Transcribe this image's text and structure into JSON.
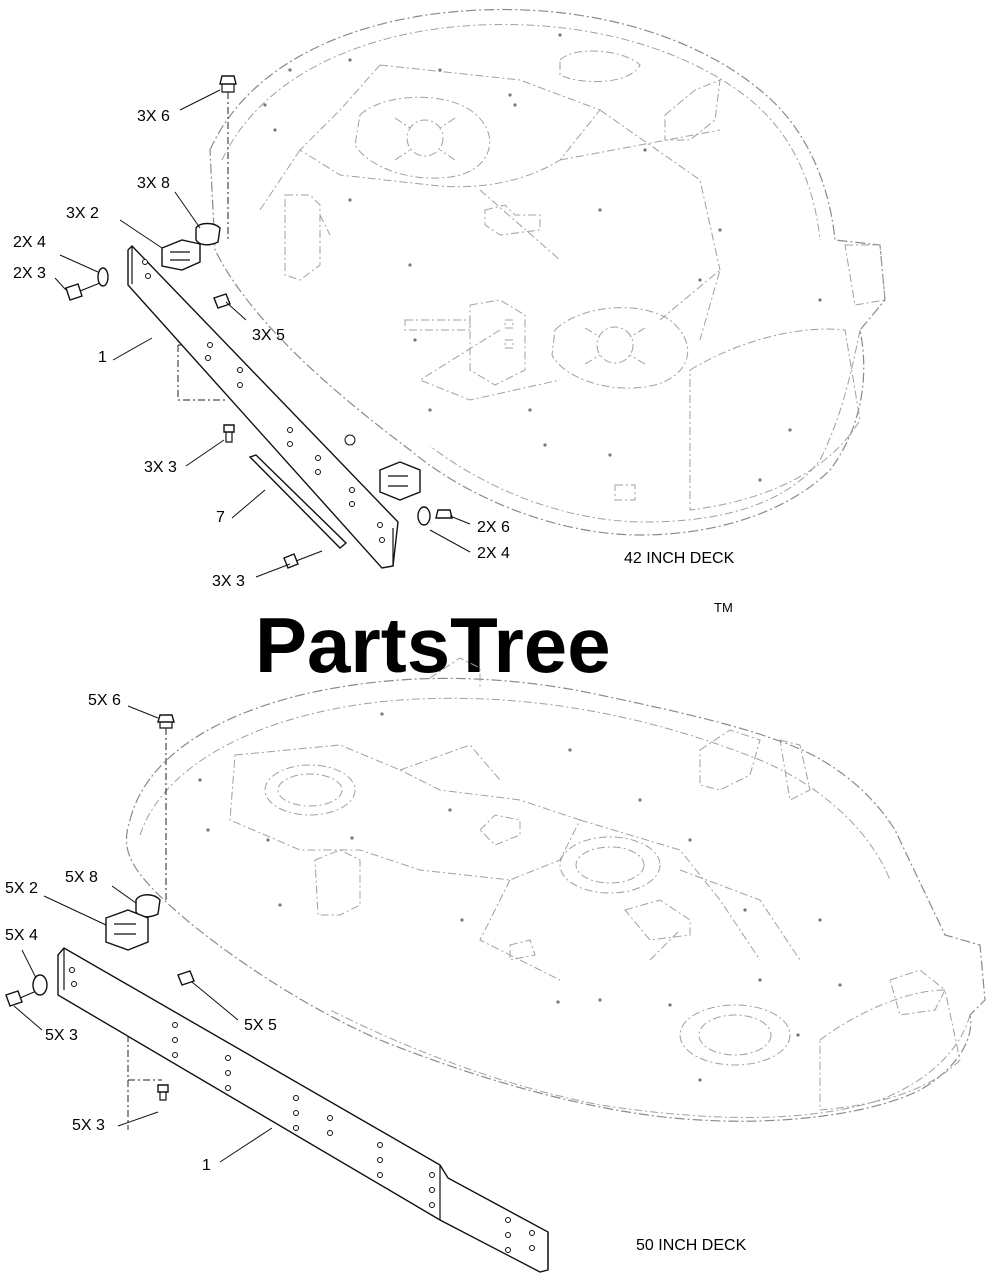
{
  "watermark": {
    "text": "PartsTree",
    "trademark": "TM"
  },
  "deck_42": {
    "title": "42 INCH DECK",
    "callouts": [
      {
        "id": "c42-6",
        "text": "3X 6"
      },
      {
        "id": "c42-8",
        "text": "3X 8"
      },
      {
        "id": "c42-2",
        "text": "3X 2"
      },
      {
        "id": "c42-4a",
        "text": "2X 4"
      },
      {
        "id": "c42-3a",
        "text": "2X 3"
      },
      {
        "id": "c42-5",
        "text": "3X 5"
      },
      {
        "id": "c42-1",
        "text": "1"
      },
      {
        "id": "c42-3b",
        "text": "3X 3"
      },
      {
        "id": "c42-7",
        "text": "7"
      },
      {
        "id": "c42-6b",
        "text": "2X 6"
      },
      {
        "id": "c42-4b",
        "text": "2X 4"
      },
      {
        "id": "c42-3c",
        "text": "3X 3"
      }
    ]
  },
  "deck_50": {
    "title": "50 INCH DECK",
    "callouts": [
      {
        "id": "c50-6",
        "text": "5X 6"
      },
      {
        "id": "c50-8",
        "text": "5X 8"
      },
      {
        "id": "c50-2",
        "text": "5X 2"
      },
      {
        "id": "c50-4",
        "text": "5X 4"
      },
      {
        "id": "c50-5",
        "text": "5X 5"
      },
      {
        "id": "c50-3a",
        "text": "5X 3"
      },
      {
        "id": "c50-3b",
        "text": "5X 3"
      },
      {
        "id": "c50-1",
        "text": "1"
      }
    ]
  }
}
